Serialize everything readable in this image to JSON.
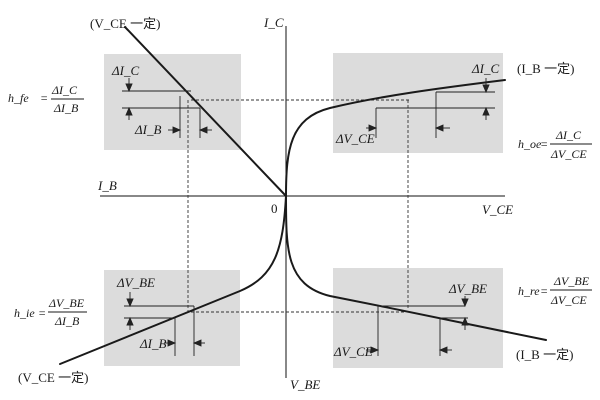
{
  "colors": {
    "panel": "#dcdcdc",
    "curve": "#1a1a1a",
    "axis": "#111111",
    "dash": "#333333"
  },
  "axes": {
    "ic_label": "I_C",
    "ib_label": "I_B",
    "vce_label": "V_CE",
    "vbe_label": "V_BE",
    "origin_label": "0"
  },
  "conditions": {
    "top_left": "(V_CE 一定)",
    "top_right": "(I_B 一定)",
    "bottom_left": "(V_CE 一定)",
    "bottom_right": "(I_B 一定)"
  },
  "deltas": {
    "tl_dic": "ΔI_C",
    "tl_dib": "ΔI_B",
    "tr_dic": "ΔI_C",
    "tr_dvce": "ΔV_CE",
    "bl_dvbe": "ΔV_BE",
    "bl_dib": "ΔI_B",
    "br_dvbe": "ΔV_BE",
    "br_dvce": "ΔV_CE"
  },
  "params": {
    "hfe": {
      "name": "h_fe",
      "num": "ΔI_C",
      "den": "ΔI_B"
    },
    "hoe": {
      "name": "h_oe",
      "num": "ΔI_C",
      "den": "ΔV_CE"
    },
    "hie": {
      "name": "h_ie",
      "num": "ΔV_BE",
      "den": "ΔI_B"
    },
    "hre": {
      "name": "h_re",
      "num": "ΔV_BE",
      "den": "ΔV_CE"
    }
  }
}
